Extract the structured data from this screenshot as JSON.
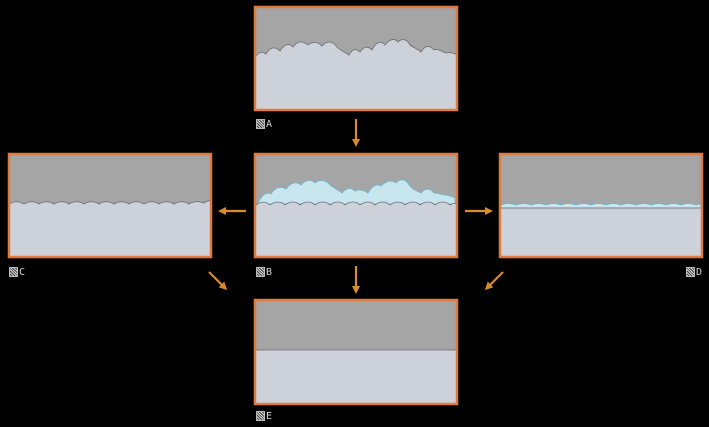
{
  "colors": {
    "background": "#000000",
    "panel_border": "#e07a3e",
    "sky": "#a5a5a5",
    "ground": "#cdd2da",
    "surface_line": "#6b6b6b",
    "highlight_fill": "#c8e6ee",
    "highlight_line": "#6fb3d6",
    "arrow": "#d98a2b"
  },
  "panels": [
    {
      "id": "A",
      "label": "A",
      "icon": "figure-glyph-icon",
      "surface": "very-rough"
    },
    {
      "id": "B",
      "label": "B",
      "icon": "figure-glyph-icon",
      "surface": "rough-with-highlighted-peaks"
    },
    {
      "id": "C",
      "label": "C",
      "icon": "figure-glyph-icon",
      "surface": "slightly-wavy"
    },
    {
      "id": "D",
      "label": "D",
      "icon": "figure-glyph-icon",
      "surface": "flat-with-thin-highlight"
    },
    {
      "id": "E",
      "label": "E",
      "icon": "figure-glyph-icon",
      "surface": "perfectly-flat"
    }
  ],
  "arrows": [
    {
      "from": "A",
      "to": "B"
    },
    {
      "from": "B",
      "to": "C"
    },
    {
      "from": "B",
      "to": "D"
    },
    {
      "from": "B",
      "to": "E"
    },
    {
      "from": "C",
      "to": "E"
    },
    {
      "from": "D",
      "to": "E"
    }
  ]
}
